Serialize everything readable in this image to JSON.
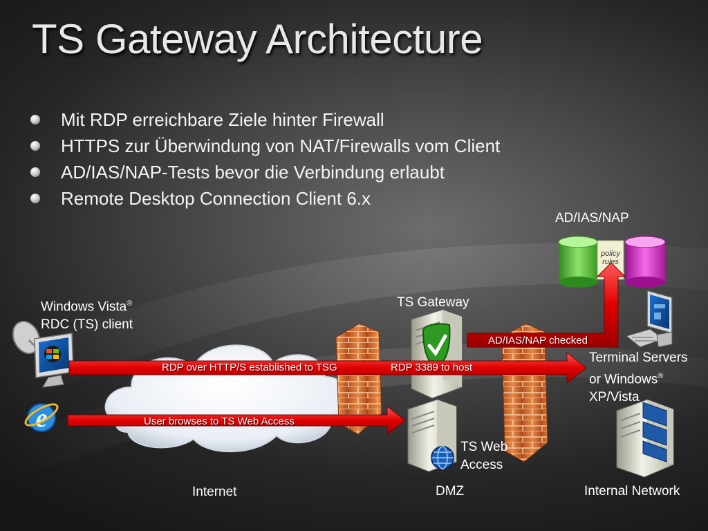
{
  "title": "TS Gateway Architecture",
  "bullets": [
    "Mit RDP erreichbare Ziele hinter Firewall",
    "HTTPS zur Überwindung von NAT/Firewalls vom Client",
    "AD/IAS/NAP-Tests bevor die Verbindung erlaubt",
    "Remote Desktop Connection Client 6.x"
  ],
  "labels": {
    "vista_client_line1": "Windows Vista",
    "vista_client_line1_sup": "®",
    "vista_client_line2": "RDC (TS) client",
    "ts_gateway": "TS Gateway",
    "ad_ias_nap": "AD/IAS/NAP",
    "policy_rules_line1": "policy",
    "policy_rules_line2": "rules",
    "terminal_servers_line1": "Terminal Servers",
    "terminal_servers_line2": "or Windows",
    "terminal_servers_line2_sup": "®",
    "terminal_servers_line3": "XP/Vista",
    "ts_web_access_line1": "TS Web",
    "ts_web_access_line2": "Access",
    "internet": "Internet",
    "dmz": "DMZ",
    "internal_network": "Internal Network"
  },
  "arrows": {
    "rdp_https": "RDP over HTTP/S established to TSG",
    "rdp_3389": "RDP 3389 to host",
    "nap_checked": "AD/IAS/NAP checked",
    "browse_web_access": "User  browses to TS Web Access"
  },
  "icons": {
    "vista_client": "vista-pc-satellite-icon",
    "ie": "internet-explorer-icon",
    "firewall": "brick-firewall-icon",
    "gateway": "server-shield-icon",
    "web_access": "server-globe-icon",
    "database": "database-cylinder-icon",
    "terminal": "desktop-computer-icon",
    "internal_server": "server-rack-icon"
  },
  "colors": {
    "arrow_red": "#e00000",
    "db_green": "#5fc23c",
    "db_magenta": "#e02ad0",
    "firewall_orange": "#d9793a"
  }
}
